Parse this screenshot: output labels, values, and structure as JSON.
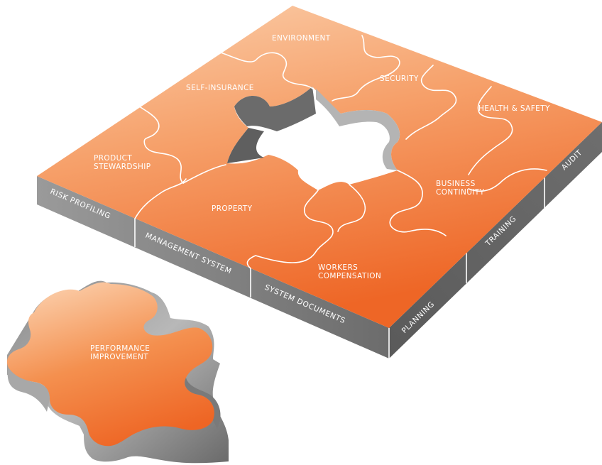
{
  "board": {
    "pieces": [
      "ENVIRONMENT",
      "SECURITY",
      "SELF-INSURANCE",
      "HEALTH & SAFETY",
      "PRODUCT\nSTEWARDSHIP",
      "BUSINESS\nCONTINUITY",
      "PROPERTY",
      "WORKERS\nCOMPENSATION"
    ],
    "front_side_labels": [
      "RISK PROFILING",
      "MANAGEMENT SYSTEM",
      "SYSTEM DOCUMENTS"
    ],
    "right_side_labels": [
      "PLANNING",
      "TRAINING",
      "AUDIT"
    ]
  },
  "loose_piece": {
    "label": "PERFORMANCE\nIMPROVEMENT"
  },
  "colors": {
    "orange_light": "#f9c7a1",
    "orange_mid": "#f4935a",
    "orange_dark": "#ee6524",
    "side_front": "#7a7a7a",
    "side_right": "#5e5e5e",
    "hole_dark": "#6e6e6e",
    "hole_light": "#b8b8b8",
    "text": "#ffffff"
  }
}
